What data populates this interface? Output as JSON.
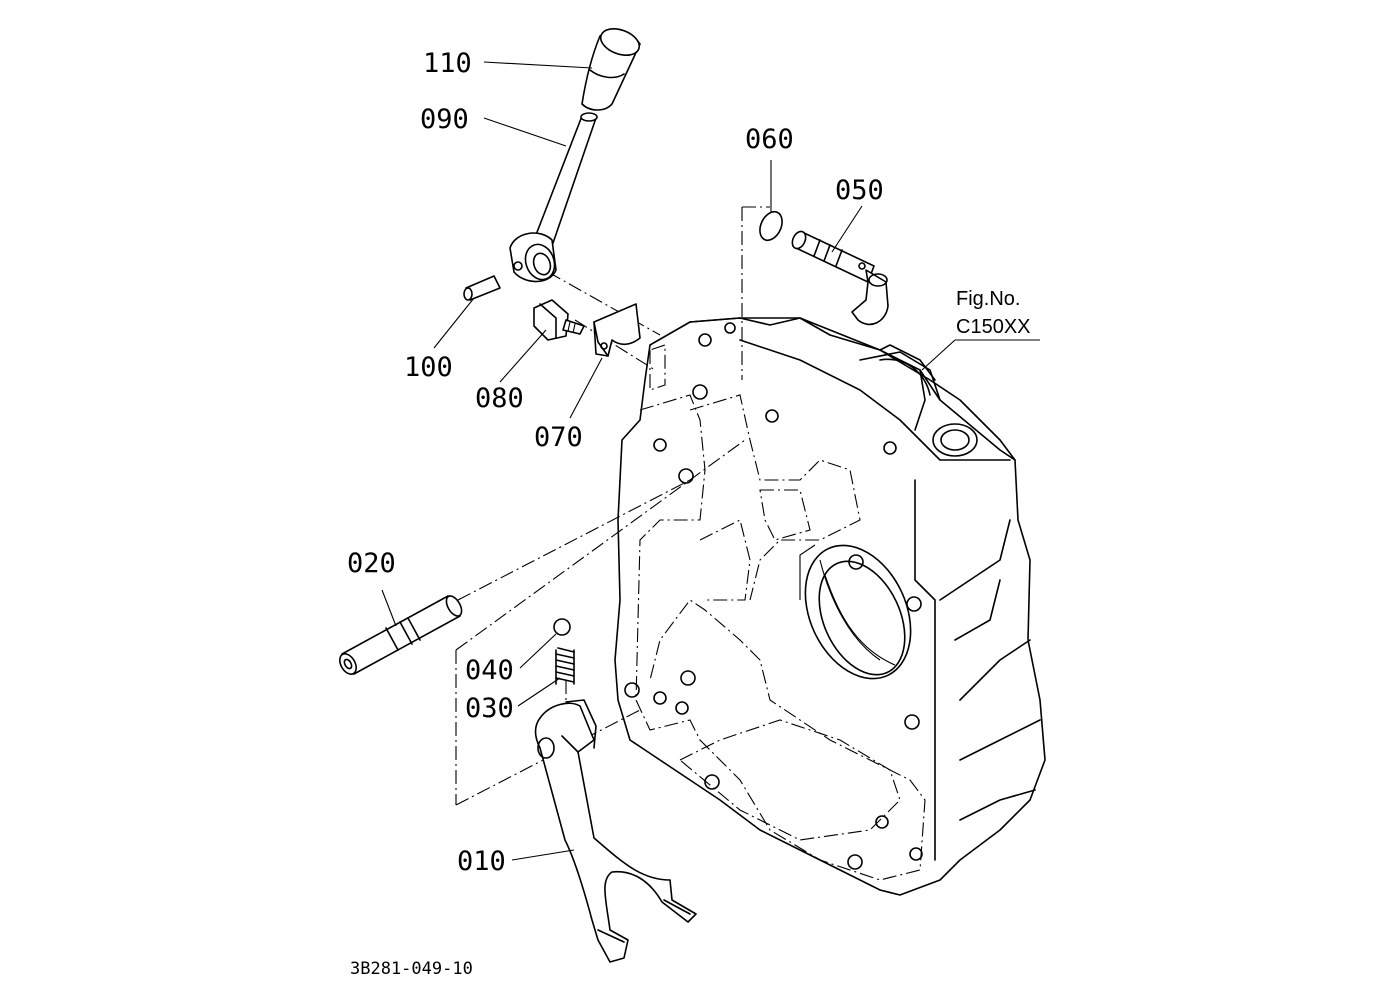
{
  "parts": [
    {
      "number": "110"
    },
    {
      "number": "090"
    },
    {
      "number": "060"
    },
    {
      "number": "050"
    },
    {
      "number": "100"
    },
    {
      "number": "080"
    },
    {
      "number": "070"
    },
    {
      "number": "020"
    },
    {
      "number": "040"
    },
    {
      "number": "030"
    },
    {
      "number": "010"
    }
  ],
  "figure_reference": {
    "line1": "Fig.No.",
    "line2": "C150XX"
  },
  "drawing_code": "3B281-049-10"
}
